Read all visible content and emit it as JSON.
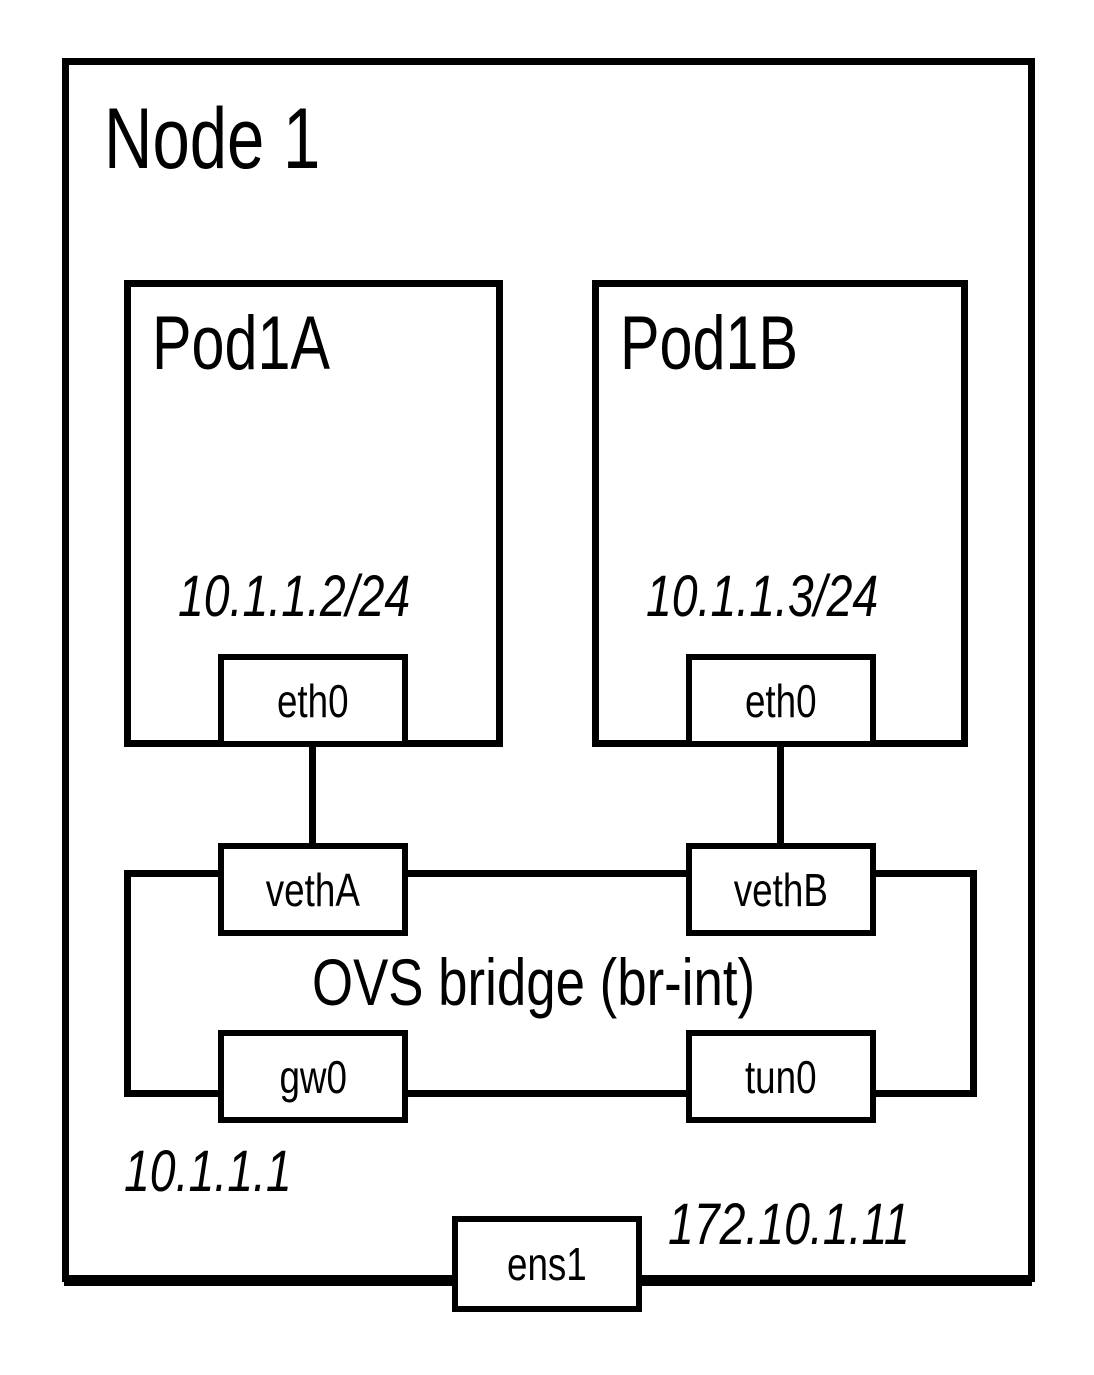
{
  "diagram": {
    "type": "network-topology",
    "node": {
      "label": "Node 1",
      "external_ip": "172.10.1.11",
      "uplink_interface": "ens1"
    },
    "pods": [
      {
        "name": "Pod1A",
        "ip": "10.1.1.2/24",
        "interface": "eth0",
        "veth_peer": "vethA"
      },
      {
        "name": "Pod1B",
        "ip": "10.1.1.3/24",
        "interface": "eth0",
        "veth_peer": "vethB"
      }
    ],
    "bridge": {
      "label": "OVS bridge (br-int)",
      "gateway_ip": "10.1.1.1",
      "ports": [
        {
          "name": "vethA",
          "position": "top-left"
        },
        {
          "name": "vethB",
          "position": "top-right"
        },
        {
          "name": "gw0",
          "position": "bottom-left"
        },
        {
          "name": "tun0",
          "position": "bottom-right"
        }
      ]
    },
    "colors": {
      "stroke": "#000000",
      "background": "#ffffff"
    }
  }
}
